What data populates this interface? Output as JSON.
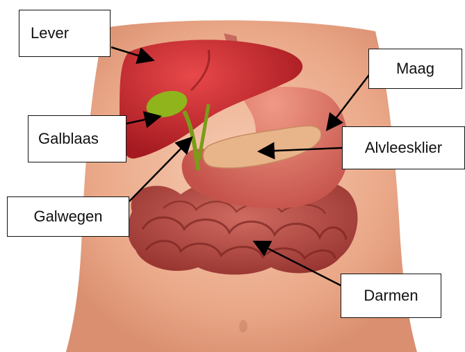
{
  "labels": {
    "lever": "Lever",
    "maag": "Maag",
    "galblaas": "Galblaas",
    "alvleesklier": "Alvleesklier",
    "galwegen": "Galwegen",
    "darmen": "Darmen"
  },
  "colors": {
    "skin": "#f0b89a",
    "liver": "#c8262a",
    "gallbladder": "#8fb41c",
    "stomach": "#d9695a",
    "pancreas": "#e8b48a",
    "intestine": "#b4453e",
    "arrow": "#000000"
  }
}
